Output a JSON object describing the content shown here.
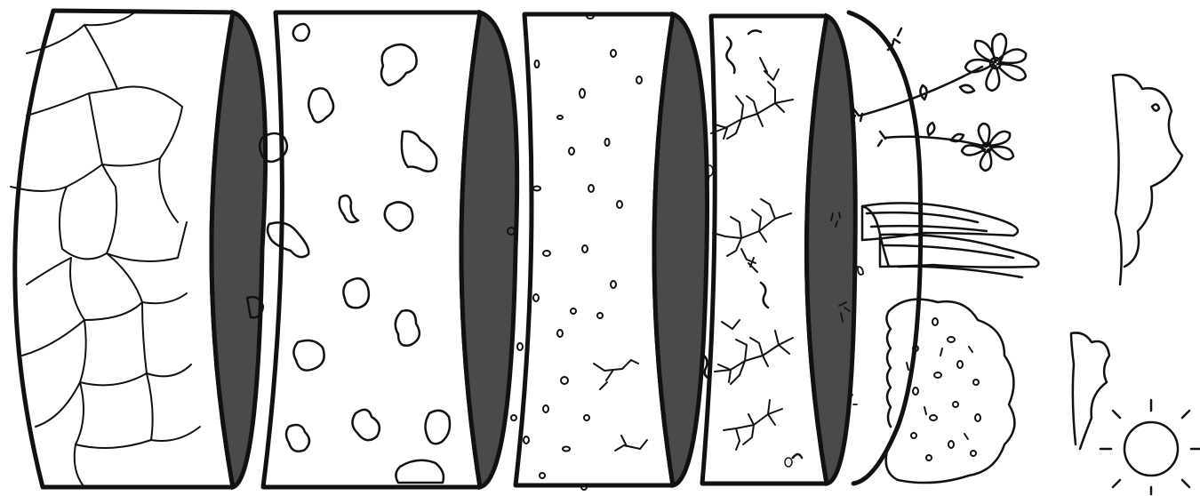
{
  "diagram": {
    "layers": [
      {
        "name": "bedrock",
        "texture": "cracked-polygons"
      },
      {
        "name": "weathered-rock",
        "texture": "large-stones"
      },
      {
        "name": "subsoil",
        "texture": "small-pebbles"
      },
      {
        "name": "topsoil",
        "texture": "roots-and-worms"
      },
      {
        "name": "surface",
        "texture": "plants"
      }
    ],
    "separator_color": "#4a4a4a",
    "ink_color": "#111111",
    "surface_items": [
      "flower-icon",
      "grass-icon",
      "shrub-icon",
      "cloud-icon",
      "sun-icon"
    ]
  }
}
